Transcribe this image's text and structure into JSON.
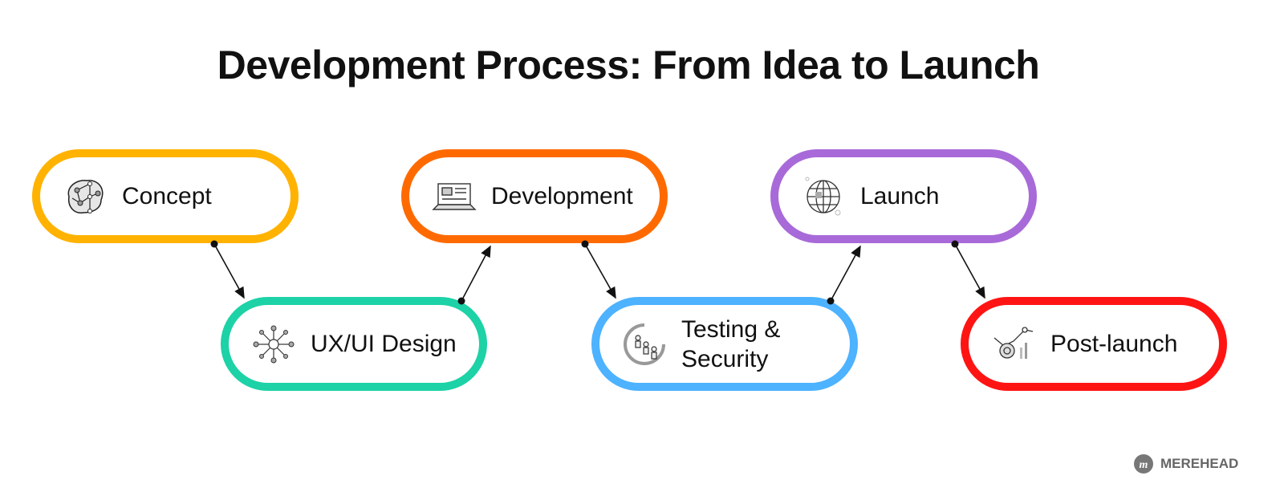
{
  "title": "Development Process: From Idea to Launch",
  "steps": [
    {
      "label": "Concept",
      "color": "#FFB200",
      "icon": "brain-network-icon"
    },
    {
      "label": "UX/UI Design",
      "color": "#1CD2A6",
      "icon": "network-nodes-icon"
    },
    {
      "label": "Development",
      "color": "#FF6A00",
      "icon": "laptop-icon"
    },
    {
      "label": "Testing &\nSecurity",
      "color": "#4DB2FF",
      "icon": "users-shield-icon"
    },
    {
      "label": "Launch",
      "color": "#A86AD8",
      "icon": "globe-icon"
    },
    {
      "label": "Post-launch",
      "color": "#FF1414",
      "icon": "analytics-chart-icon"
    }
  ],
  "brand": "MEREHEAD"
}
